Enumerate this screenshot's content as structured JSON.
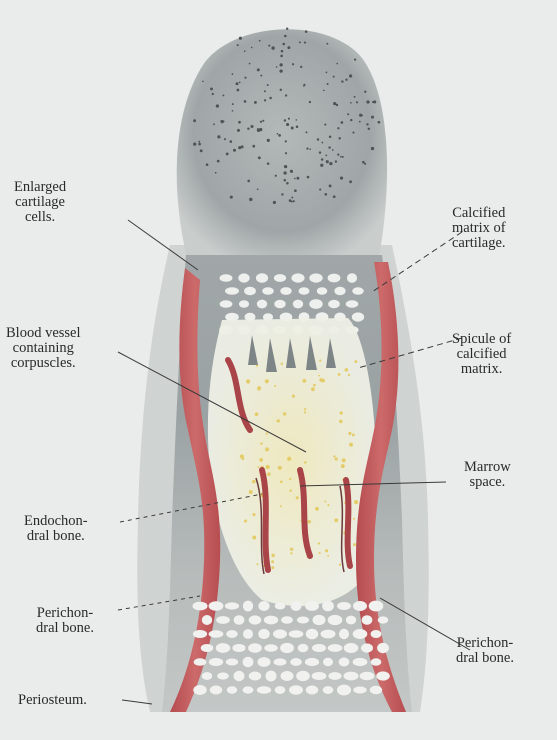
{
  "labels": {
    "enlarged_cartilage": "Enlarged\ncartilage\ncells.",
    "calcified_matrix": "Calcified\nmatrix of\ncartilage.",
    "blood_vessel": "Blood  vessel\ncontaining\ncorpuscles.",
    "spicule": "Spicule of\ncalcified\nmatrix.",
    "marrow_space": "Marrow\nspace.",
    "endochondral_bone": "Endochon-\ndral bone.",
    "perichondral_bone_left": "Perichon-\ndral bone.",
    "perichondral_bone_right": "Perichon-\ndral bone.",
    "periosteum": "Periosteum."
  },
  "colors": {
    "background": "#e9ecea",
    "cartilage": "#9aa1a2",
    "bone": "#c0585a",
    "marrow": "#eef0e4",
    "corpuscles": "#e7d27a"
  }
}
